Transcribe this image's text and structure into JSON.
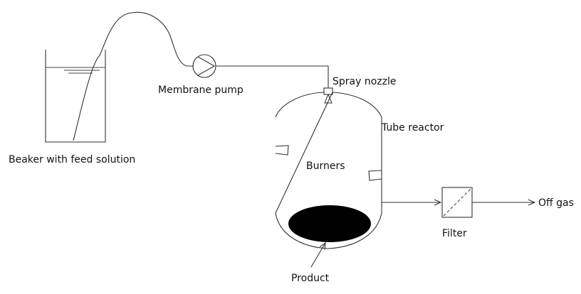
{
  "labels": {
    "beaker": "Beaker with feed solution",
    "pump": "Membrane pump",
    "nozzle": "Spray nozzle",
    "reactor": "Tube reactor",
    "burners": "Burners",
    "filter": "Filter",
    "offgas": "Off gas",
    "product": "Product"
  },
  "colors": {
    "line": "#333333",
    "product_fill": "#000000",
    "background": "#ffffff"
  }
}
